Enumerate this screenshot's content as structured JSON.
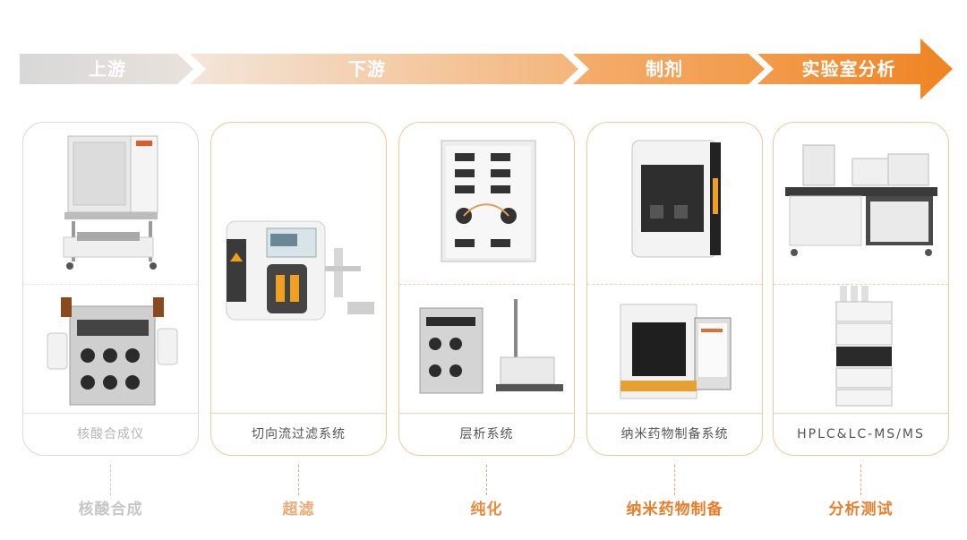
{
  "stages": [
    {
      "label": "上游"
    },
    {
      "label": "下游"
    },
    {
      "label": "制剂"
    },
    {
      "label": "实验室分析"
    }
  ],
  "cards": [
    {
      "label": "核酸合成仪",
      "color": "#b5b5b5"
    },
    {
      "label": "切向流过滤系统",
      "color": "#555555"
    },
    {
      "label": "层析系统",
      "color": "#555555"
    },
    {
      "label": "纳米药物制备系统",
      "color": "#555555"
    },
    {
      "label": "HPLC&LC-MS/MS",
      "color": "#555555"
    }
  ],
  "bottom_labels": [
    {
      "label": "核酸合成",
      "color": "#c6c6c6"
    },
    {
      "label": "超滤",
      "color": "#f0a870"
    },
    {
      "label": "纯化",
      "color": "#ec8a3a"
    },
    {
      "label": "纳米药物制备",
      "color": "#ea7d28"
    },
    {
      "label": "分析测试",
      "color": "#ea7d28"
    }
  ],
  "colors": {
    "arrow_start": "#dcdcdc",
    "arrow_mid": "#f7cba3",
    "arrow_end": "#f08a2c",
    "card_border": "#f1c79b"
  }
}
